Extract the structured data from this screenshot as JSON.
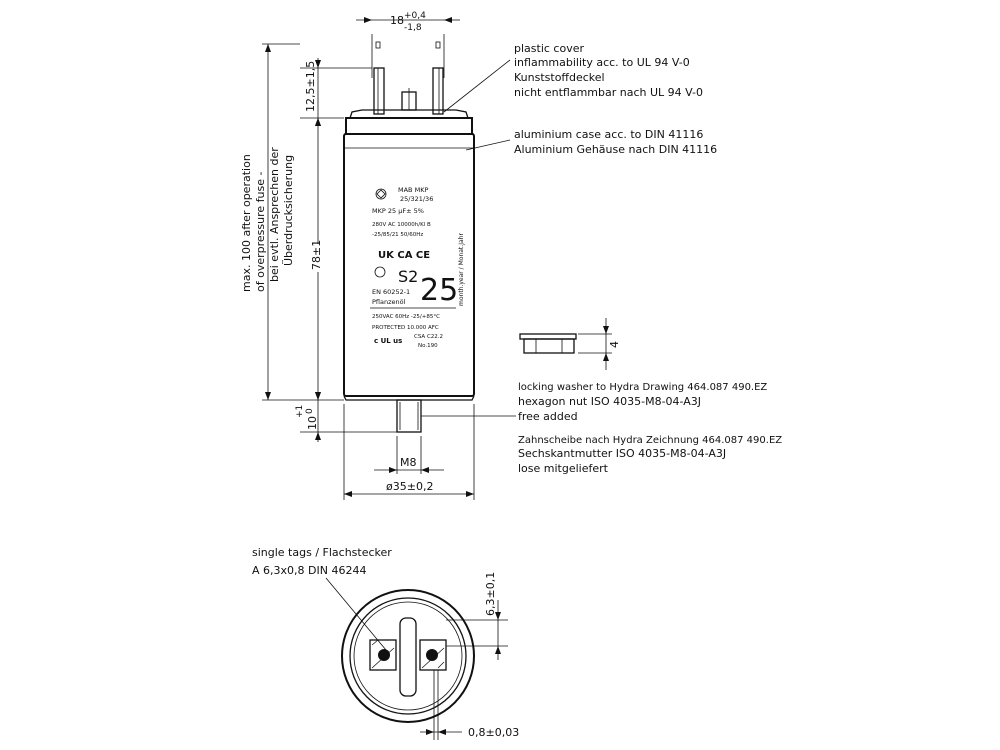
{
  "dimensions": {
    "top_width": "18",
    "top_width_upper_tol": "+0,4",
    "top_width_lower_tol": "-1,8",
    "tag_height": "12,5±1,5",
    "body_height": "78±1",
    "stud_length": "10",
    "stud_tol_upper": "+1",
    "stud_tol_lower": "0",
    "stud_thread": "M8",
    "diameter": "ø35±0,2",
    "nut_height": "4",
    "tag_spacing": "6,3±0,1",
    "tag_thickness": "0,8±0,03"
  },
  "expansion_note": {
    "line1": "max. 100 after operation",
    "line2": "of overpressure fuse -",
    "line3": "bei evtl. Ansprechen der",
    "line4": "Überdrucksicherung"
  },
  "callouts": {
    "cover": [
      "plastic cover",
      "inflammability acc. to UL 94 V-0",
      "Kunststoffdeckel",
      "nicht entflammbar nach UL 94 V-0"
    ],
    "case": [
      "aluminium case acc. to  DIN 41116",
      "Aluminium Gehäuse nach DIN 41116"
    ],
    "washer_en": [
      "locking washer to Hydra Drawing 464.087 490.EZ",
      "hexagon nut ISO 4035-M8-04-A3J",
      "free added"
    ],
    "washer_de": [
      "Zahnscheibe nach Hydra Zeichnung 464.087 490.EZ",
      "Sechskantmutter ISO 4035-M8-04-A3J",
      "lose mitgeliefert"
    ],
    "tags": [
      "single tags / Flachstecker",
      "A 6,3x0,8 DIN 46244"
    ]
  },
  "label": {
    "brand": "MAB MKP",
    "code": "25/321/36",
    "model": "MKP 25 µF± 5%",
    "rating": "280V AC 10000h/Kl B",
    "climate": "-25/85/21 50/60Hz",
    "marks": "UK CA  CE",
    "class": "S2",
    "capacitance": "25",
    "side": "month.year / Monat.Jahr",
    "standard": "EN 60252-1",
    "oil": "Pflanzenöl",
    "rating2": "250VAC 60Hz -25/+85°C",
    "protected": "PROTECTED  10.000 AFC",
    "csa": "CSA C22.2",
    "csa_no": "No.190",
    "ul": "c UL us"
  }
}
